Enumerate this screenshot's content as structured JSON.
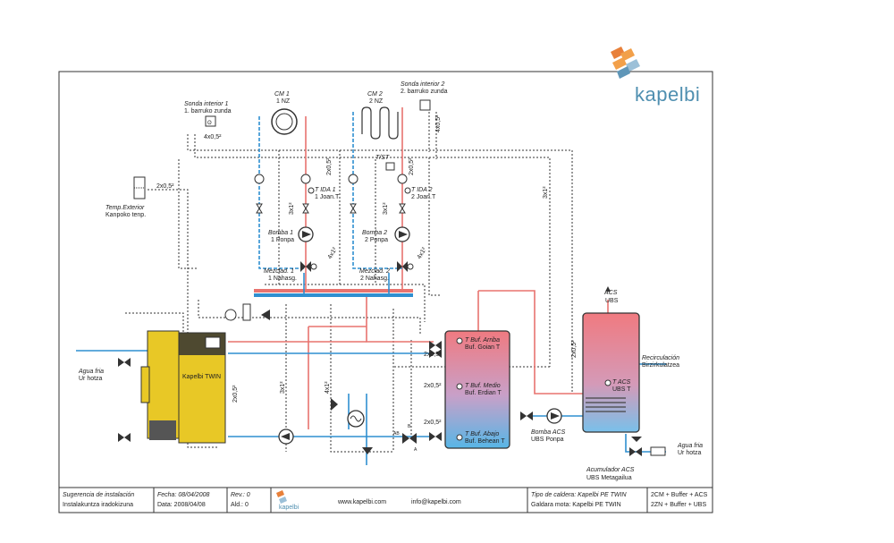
{
  "brand": {
    "name": "kapelbi",
    "footer_name": "kapelbi"
  },
  "labels": {
    "sonda1_title": "Sonda interior 1",
    "sonda1_sub": "1. barruko zunda",
    "sonda2_title": "Sonda interior 2",
    "sonda2_sub": "2. barruko zunda",
    "cm1_title": "CM 1",
    "cm1_sub": "1 NZ",
    "cm2_title": "CM 2",
    "cm2_sub": "2 NZ",
    "temp_ext_title": "Temp.Exterior",
    "temp_ext_sub": "Kanpoko tenp.",
    "tida1_title": "T IDA 1",
    "tida1_sub": "1 Joan.T",
    "tida2_title": "T IDA 2",
    "tida2_sub": "2 Joan.T",
    "tst": "T/ST",
    "bomba1_title": "Bomba 1",
    "bomba1_sub": "1 Ponpa",
    "bomba2_title": "Bomba 2",
    "bomba2_sub": "2 Ponpa",
    "mezclad1_title": "Mezclad. 1",
    "mezclad1_sub": "1 Nahasg.",
    "mezclad2_title": "Mezclad. 2",
    "mezclad2_sub": "2 Nahasg.",
    "boiler_name": "Kapelbi TWIN",
    "agua_fria_left_title": "Agua fria",
    "agua_fria_left_sub": "Ur hotza",
    "tbuf_arriba_title": "T Buf. Arriba",
    "tbuf_arriba_sub": "Buf. Goian T",
    "tbuf_medio_title": "T Buf. Medio",
    "tbuf_medio_sub": "Buf. Erdian T",
    "tbuf_abajo_title": "T Buf. Abajo",
    "tbuf_abajo_sub": "Buf. Behean T",
    "bomba_acs_title": "Bomba ACS",
    "bomba_acs_sub": "UBS Ponpa",
    "acs_top_title": "ACS",
    "acs_top_sub": "UBS",
    "tacs_title": "T ACS",
    "tacs_sub": "UBS T",
    "recirc_title": "Recirculación",
    "recirc_sub": "Birzirkulatzea",
    "agua_fria_right_title": "Agua fria",
    "agua_fria_right_sub": "Ur hotza",
    "acum_title": "Acumulador ACS",
    "acum_sub": "UBS Metagailua",
    "ab": "AB",
    "a": "A",
    "b": "B"
  },
  "cables": {
    "sonda1": "4x0,5²",
    "sonda2": "4x0,5²",
    "temp_ext": "2x0,5²",
    "tida1": "2x0,5²",
    "tida2": "2x0,5²",
    "bomba1": "3x1²",
    "bomba2": "3x1²",
    "mezclad1": "4x1²",
    "mezclad2": "4x1²",
    "right_main": "3x1²",
    "boiler_side": "2x0,5²",
    "boiler_pump": "3x1²",
    "center_valve": "4x1²",
    "buf_top": "2x0,5²",
    "buf_mid": "2x0,5²",
    "buf_bot": "2x0,5²",
    "acs": "2x0,5²"
  },
  "title_block": {
    "sugerencia": "Sugerencia de instalación",
    "instalakuntza": "Instalakuntza iradokizuna",
    "fecha": "Fecha: 08/04/2008",
    "data": "Data: 2008/04/08",
    "rev": "Rev.: 0",
    "ald": "Ald.: 0",
    "web": "www.kapelbi.com",
    "email": "info@kapelbi.com",
    "tipo": "Tipo de caldera: Kapelbi PE TWIN",
    "galdara": "Galdara mota: Kapelbi PE TWIN",
    "config1": "2CM + Buffer + ACS",
    "config2": "2ZN + Buffer + UBS"
  },
  "colors": {
    "hot": "#e8736f",
    "cold": "#2f8fd0",
    "wire": "#333333",
    "boiler": "#e8c826",
    "brand": "#4f8fb0",
    "logo_orange": "#e8803a"
  }
}
